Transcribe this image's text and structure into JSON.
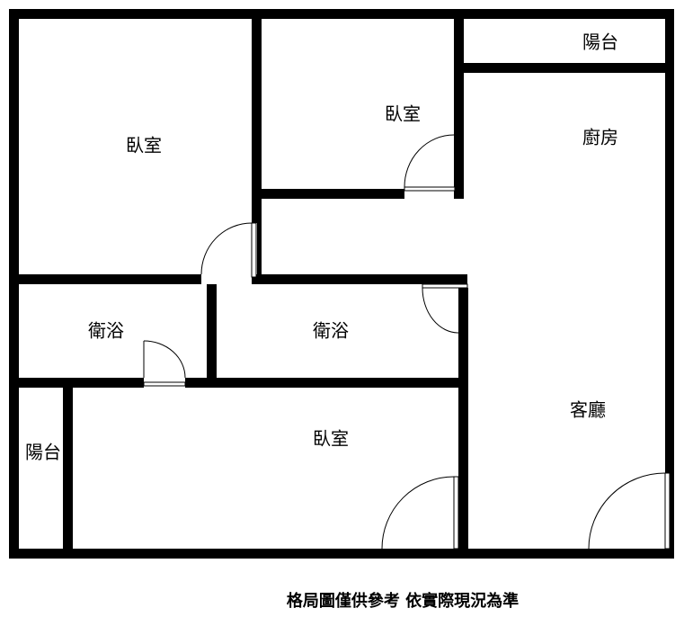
{
  "rooms": {
    "bedroom_top_left": "臥室",
    "bedroom_top_middle": "臥室",
    "balcony_top": "陽台",
    "kitchen": "廚房",
    "bathroom_left": "衛浴",
    "bathroom_middle": "衛浴",
    "balcony_left": "陽台",
    "bedroom_bottom": "臥室",
    "living_room": "客廳"
  },
  "caption": "格局圖僅供參考 依實際現況為準",
  "colors": {
    "wall": "#000000",
    "background": "#ffffff"
  }
}
